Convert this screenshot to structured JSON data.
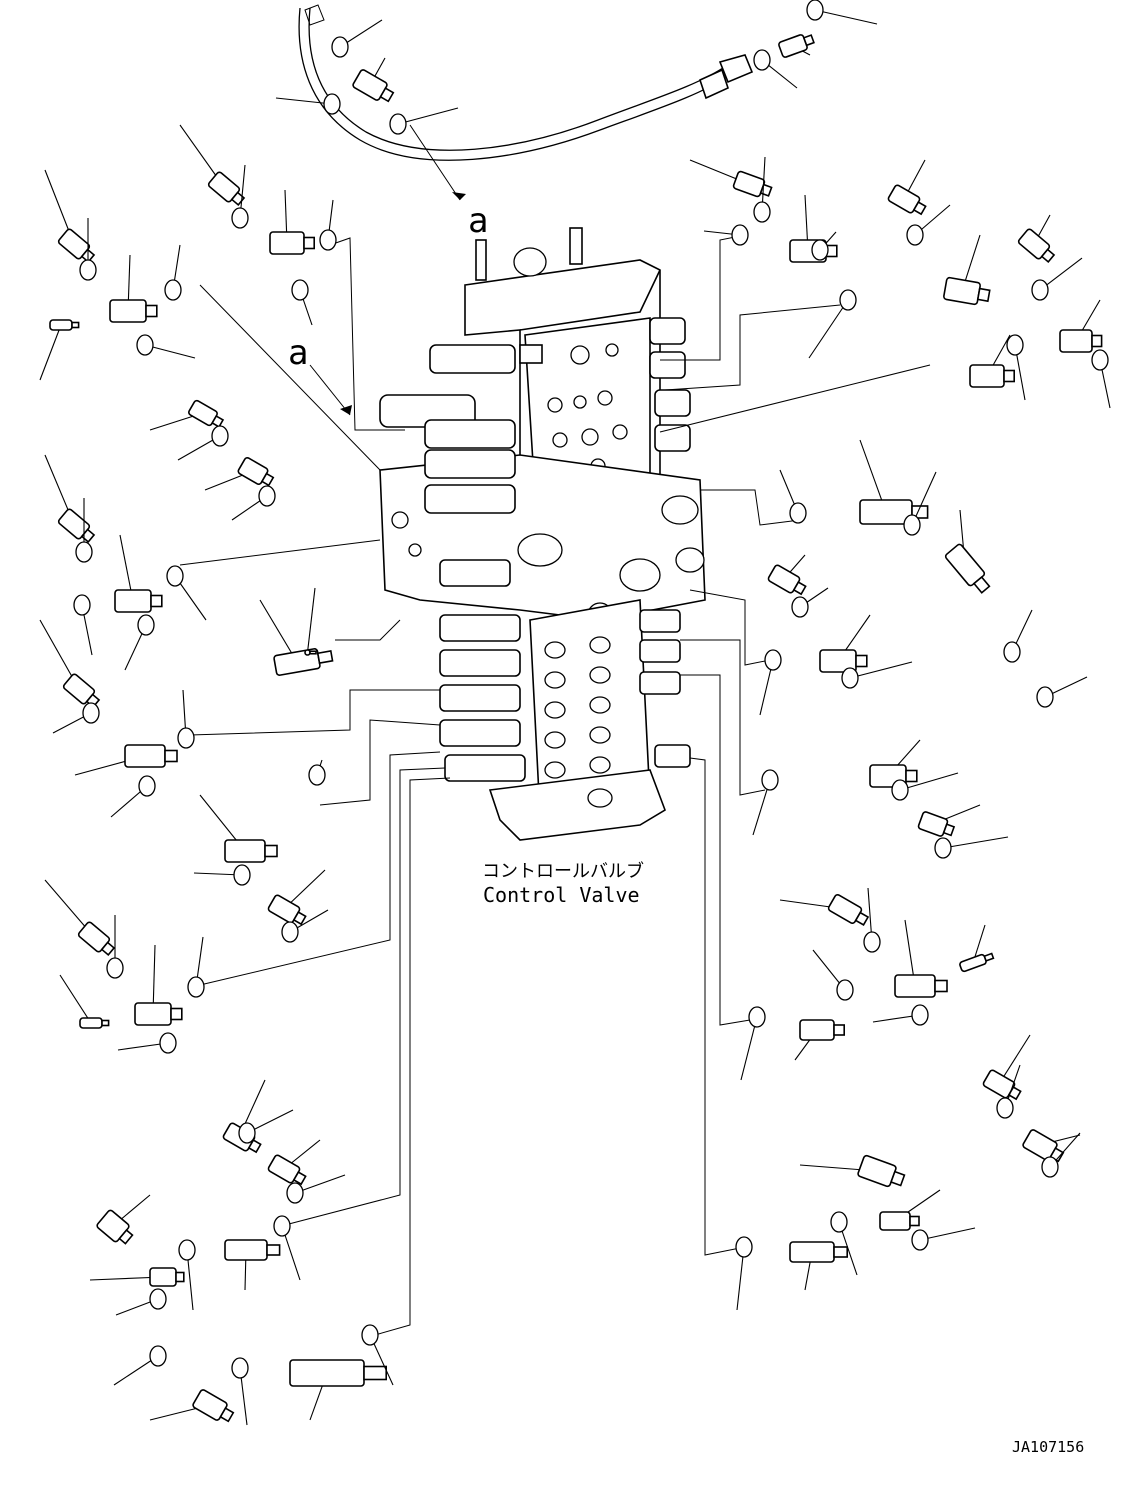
{
  "diagram": {
    "assembly_label_jp": "コントロールバルブ",
    "assembly_label_en": "Control Valve",
    "reference_markers": [
      "a",
      "a"
    ],
    "drawing_code": "JA107156"
  },
  "icons": {
    "part": "fitting-icon",
    "oring": "o-ring-icon",
    "valve": "control-valve-body-icon"
  }
}
